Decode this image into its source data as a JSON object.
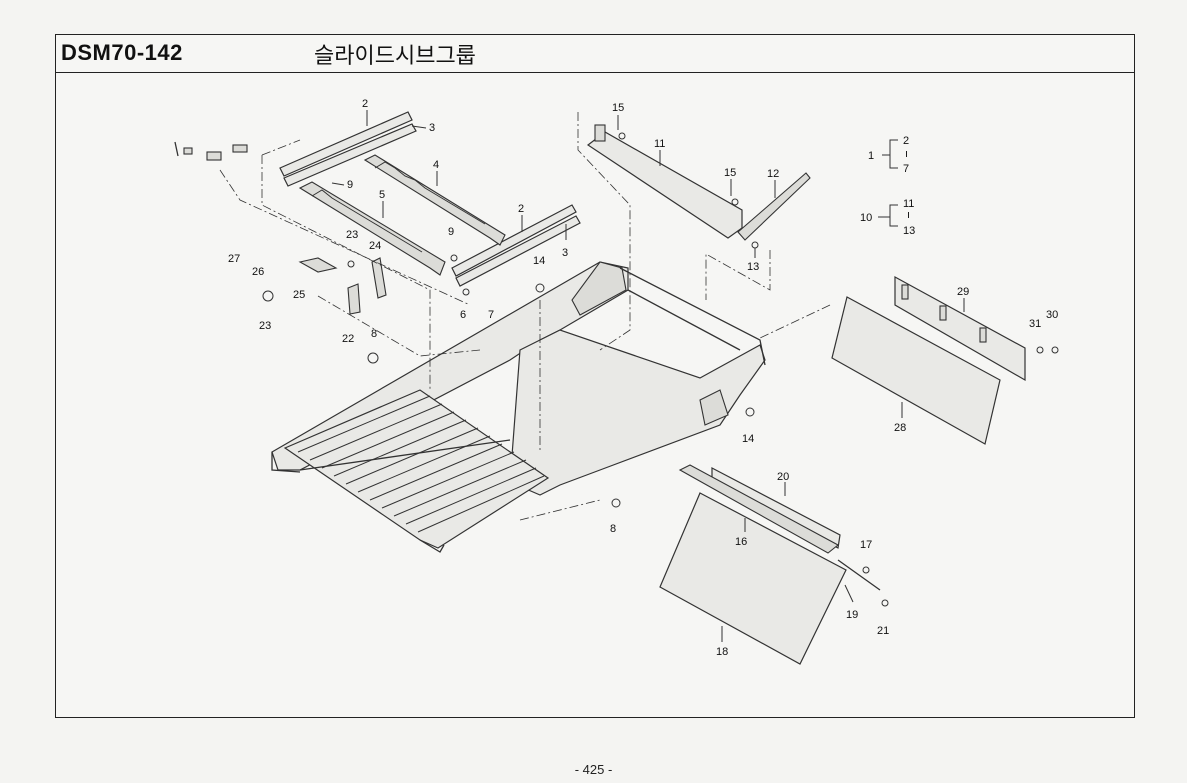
{
  "header": {
    "code": "DSM70-142",
    "title": "슬라이드시브그룹"
  },
  "footer": {
    "page": "- 425 -"
  },
  "callouts": [
    {
      "id": "c2a",
      "text": "2"
    },
    {
      "id": "c3a",
      "text": "3"
    },
    {
      "id": "c4",
      "text": "4"
    },
    {
      "id": "c9a",
      "text": "9"
    },
    {
      "id": "c5",
      "text": "5"
    },
    {
      "id": "c2b",
      "text": "2"
    },
    {
      "id": "c9b",
      "text": "9"
    },
    {
      "id": "c3b",
      "text": "3"
    },
    {
      "id": "c14a",
      "text": "14"
    },
    {
      "id": "c6",
      "text": "6"
    },
    {
      "id": "c7",
      "text": "7"
    },
    {
      "id": "c15a",
      "text": "15"
    },
    {
      "id": "c11",
      "text": "11"
    },
    {
      "id": "c15b",
      "text": "15"
    },
    {
      "id": "c12",
      "text": "12"
    },
    {
      "id": "c13",
      "text": "13"
    },
    {
      "id": "c27",
      "text": "27"
    },
    {
      "id": "c26",
      "text": "26"
    },
    {
      "id": "c23a",
      "text": "23"
    },
    {
      "id": "c24",
      "text": "24"
    },
    {
      "id": "c25",
      "text": "25"
    },
    {
      "id": "c23b",
      "text": "23"
    },
    {
      "id": "c22",
      "text": "22"
    },
    {
      "id": "c8a",
      "text": "8"
    },
    {
      "id": "c29",
      "text": "29"
    },
    {
      "id": "c31",
      "text": "31"
    },
    {
      "id": "c30",
      "text": "30"
    },
    {
      "id": "c28",
      "text": "28"
    },
    {
      "id": "c14b",
      "text": "14"
    },
    {
      "id": "c20",
      "text": "20"
    },
    {
      "id": "c16",
      "text": "16"
    },
    {
      "id": "c17",
      "text": "17"
    },
    {
      "id": "c19",
      "text": "19"
    },
    {
      "id": "c21",
      "text": "21"
    },
    {
      "id": "c18",
      "text": "18"
    },
    {
      "id": "c8b",
      "text": "8"
    }
  ],
  "legend": [
    {
      "parent": "1",
      "from": "2",
      "sep": "ı",
      "to": "7"
    },
    {
      "parent": "10",
      "from": "11",
      "sep": "ı",
      "to": "13"
    }
  ]
}
